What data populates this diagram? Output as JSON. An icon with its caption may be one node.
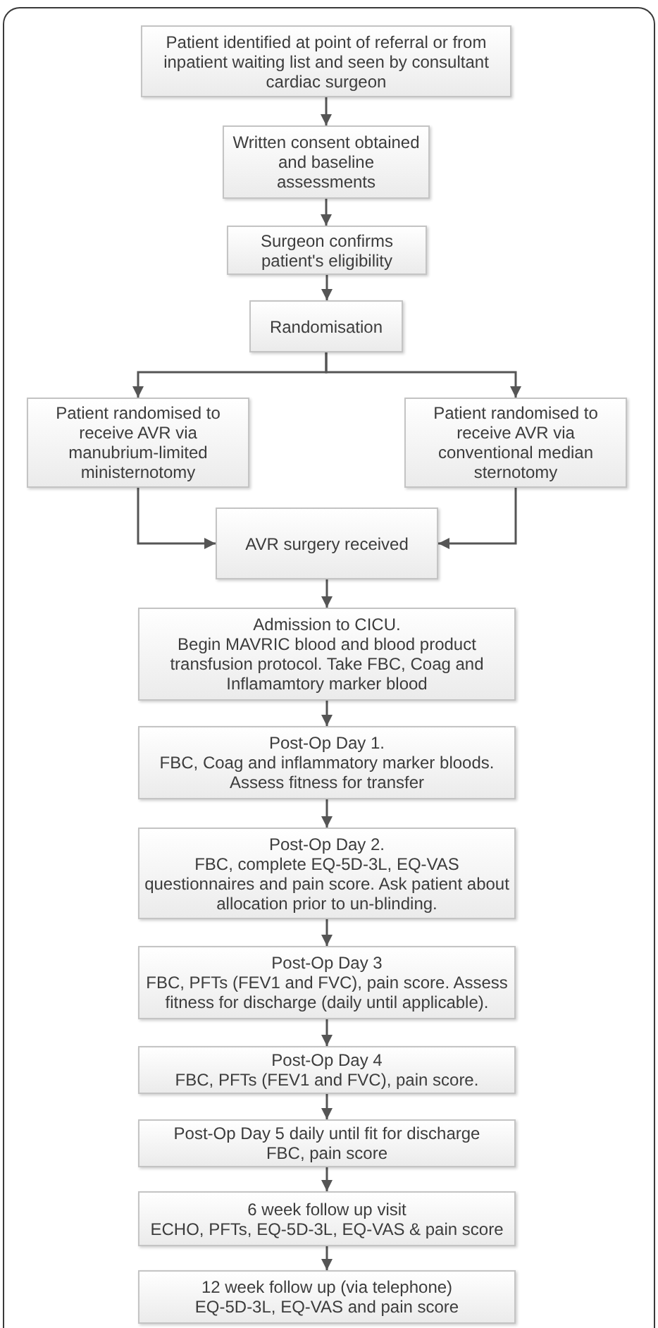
{
  "diagram": {
    "nodes": [
      {
        "text": [
          "Patient identified at point of referral or from inpatient waiting list and seen by consultant cardiac surgeon"
        ]
      },
      {
        "text": [
          "Written consent obtained and baseline assessments"
        ]
      },
      {
        "text": [
          "Surgeon confirms patient's eligibility"
        ]
      },
      {
        "text": [
          "Randomisation"
        ]
      },
      {
        "text": [
          "Patient randomised to receive AVR via manubrium-limited ministernotomy"
        ]
      },
      {
        "text": [
          "Patient randomised to receive AVR via conventional median sternotomy"
        ]
      },
      {
        "text": [
          "AVR surgery received"
        ]
      },
      {
        "text": [
          "Admission to CICU.",
          "Begin MAVRIC blood and blood product transfusion protocol. Take FBC, Coag and Inflamamtory marker blood"
        ]
      },
      {
        "text": [
          "Post-Op Day 1.",
          "FBC, Coag and inflammatory marker bloods. Assess fitness for transfer"
        ]
      },
      {
        "text": [
          "Post-Op Day 2.",
          "FBC, complete EQ-5D-3L, EQ-VAS questionnaires and pain score. Ask patient about allocation prior to un-blinding."
        ]
      },
      {
        "text": [
          "Post-Op Day 3",
          "FBC, PFTs (FEV1 and FVC), pain score. Assess fitness for discharge (daily until applicable)."
        ]
      },
      {
        "text": [
          "Post-Op Day 4",
          "FBC, PFTs (FEV1 and FVC), pain score."
        ]
      },
      {
        "text": [
          "Post-Op Day 5 daily until fit for discharge",
          "FBC, pain score"
        ]
      },
      {
        "text": [
          "6 week follow up visit",
          "ECHO, PFTs, EQ-5D-3L, EQ-VAS & pain score"
        ]
      },
      {
        "text": [
          "12 week follow up (via telephone)",
          "EQ-5D-3L, EQ-VAS and pain score"
        ]
      }
    ],
    "edges": [
      {
        "from": 0,
        "to": 1,
        "arrow": "to"
      },
      {
        "from": 1,
        "to": 2,
        "arrow": "to"
      },
      {
        "from": 2,
        "to": 3,
        "arrow": "to"
      },
      {
        "from": 3,
        "to": 4,
        "arrow": "to"
      },
      {
        "from": 3,
        "to": 5,
        "arrow": "to"
      },
      {
        "from": 4,
        "to": 6,
        "arrow": "to"
      },
      {
        "from": 5,
        "to": 6,
        "arrow": "to"
      },
      {
        "from": 6,
        "to": 7,
        "arrow": "to"
      },
      {
        "from": 7,
        "to": 8,
        "arrow": "to"
      },
      {
        "from": 8,
        "to": 9,
        "arrow": "to"
      },
      {
        "from": 9,
        "to": 10,
        "arrow": "to"
      },
      {
        "from": 10,
        "to": 11,
        "arrow": "to"
      },
      {
        "from": 11,
        "to": 12,
        "arrow": "to"
      },
      {
        "from": 12,
        "to": 13,
        "arrow": "to"
      },
      {
        "from": 13,
        "to": 14,
        "arrow": "to"
      }
    ]
  }
}
